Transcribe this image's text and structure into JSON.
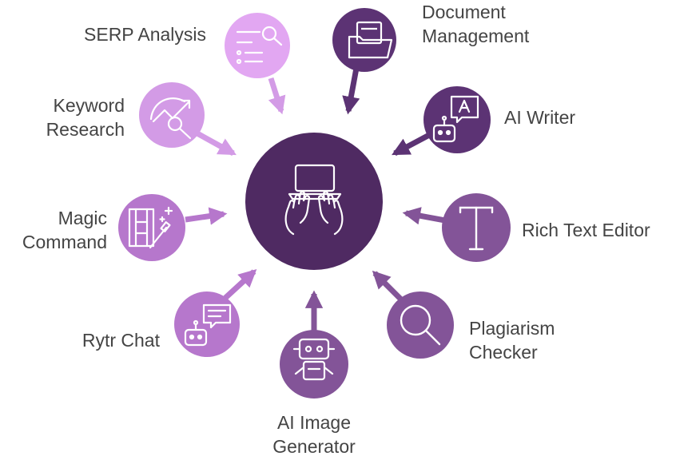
{
  "colors": {
    "center": "#4f2a62",
    "dark": "#5c3374",
    "medium": "#835498",
    "light": "#b677cc",
    "lighter": "#d39be6",
    "lightest": "#e2a7f2",
    "label": "#444444"
  },
  "center": {
    "icon": "laptop-hands-icon"
  },
  "features": [
    {
      "id": "serp-analysis",
      "lines": [
        "SERP Analysis"
      ],
      "icon": "search-list-icon"
    },
    {
      "id": "document-management",
      "lines": [
        "Document",
        "Management"
      ],
      "icon": "folder-icon"
    },
    {
      "id": "ai-writer",
      "lines": [
        "AI Writer"
      ],
      "icon": "robot-writer-icon"
    },
    {
      "id": "rich-text-editor",
      "lines": [
        "Rich Text Editor"
      ],
      "icon": "text-t-icon"
    },
    {
      "id": "plagiarism-checker",
      "lines": [
        "Plagiarism",
        "Checker"
      ],
      "icon": "magnifier-icon"
    },
    {
      "id": "ai-image-generator",
      "lines": [
        "AI Image",
        "Generator"
      ],
      "icon": "robot-icon"
    },
    {
      "id": "rytr-chat",
      "lines": [
        "Rytr Chat"
      ],
      "icon": "robot-chat-icon"
    },
    {
      "id": "magic-command",
      "lines": [
        "Magic",
        "Command"
      ],
      "icon": "film-wand-icon"
    },
    {
      "id": "keyword-research",
      "lines": [
        "Keyword",
        "Research"
      ],
      "icon": "trend-search-icon"
    }
  ]
}
